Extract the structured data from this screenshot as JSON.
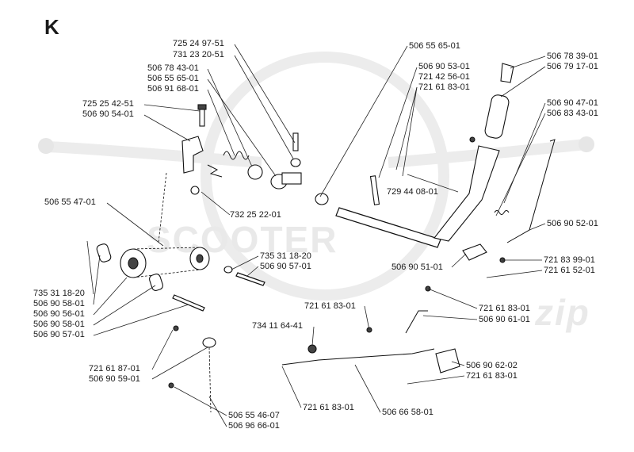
{
  "section_letter": "K",
  "watermark": {
    "text": "SCOOTER",
    "tail": "zip"
  },
  "part_labels": [
    "725 24 97-51",
    "731 23 20-51",
    "506 78 43-01",
    "506 55 65-01",
    "506 91 68-01",
    "725 25 42-51",
    "506 90 54-01",
    "506 55 47-01",
    "732 25 22-01",
    "735 31 18-20",
    "506 90 58-01",
    "506 90 56-01",
    "506 90 58-01",
    "506 90 57-01",
    "735 31 18-20",
    "506 90 57-01",
    "721 61 87-01",
    "506 90 59-01",
    "506 55 46-07",
    "506 96 66-01",
    "506 55 65-01",
    "506 90 53-01",
    "721 42 56-01",
    "721 61 83-01",
    "729 44 08-01",
    "506 78 39-01",
    "506 79 17-01",
    "506 90 47-01",
    "506 83 43-01",
    "506 90 52-01",
    "506 90 51-01",
    "721 83 99-01",
    "721 61 52-01",
    "721 61 83-01",
    "506 90 61-01",
    "721 61 83-01",
    "734 11 64-41",
    "506 90 62-02",
    "721 61 83-01",
    "721 61 83-01",
    "506 66 58-01"
  ]
}
